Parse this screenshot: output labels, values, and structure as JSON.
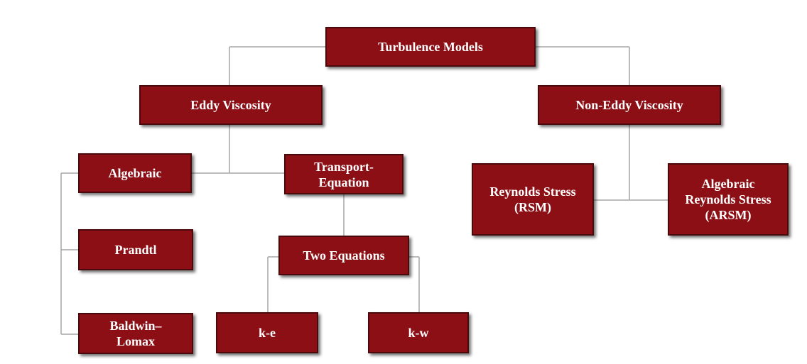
{
  "colors": {
    "node_fill": "#8b0f15",
    "node_border": "#4a0a0c",
    "node_text": "#ffffff",
    "connector": "#a6a6a6",
    "background": "#ffffff"
  },
  "nodes": {
    "root": "Turbulence Models",
    "eddy": "Eddy Viscosity",
    "non_eddy": "Non-Eddy Viscosity",
    "algebraic": "Algebraic",
    "transport": "Transport-\nEquation",
    "prandtl": "Prandtl",
    "baldwin": "Baldwin–\nLomax",
    "two_equations": "Two Equations",
    "ke": "k-e",
    "kw": "k-w",
    "rsm": "Reynolds Stress\n(RSM)",
    "arsm": "Algebraic\nReynolds Stress\n(ARSM)"
  },
  "edges": [
    [
      "root",
      "eddy"
    ],
    [
      "root",
      "non_eddy"
    ],
    [
      "eddy",
      "algebraic"
    ],
    [
      "eddy",
      "transport"
    ],
    [
      "algebraic",
      "prandtl"
    ],
    [
      "algebraic",
      "baldwin"
    ],
    [
      "transport",
      "two_equations"
    ],
    [
      "two_equations",
      "ke"
    ],
    [
      "two_equations",
      "kw"
    ],
    [
      "non_eddy",
      "rsm"
    ],
    [
      "non_eddy",
      "arsm"
    ]
  ]
}
